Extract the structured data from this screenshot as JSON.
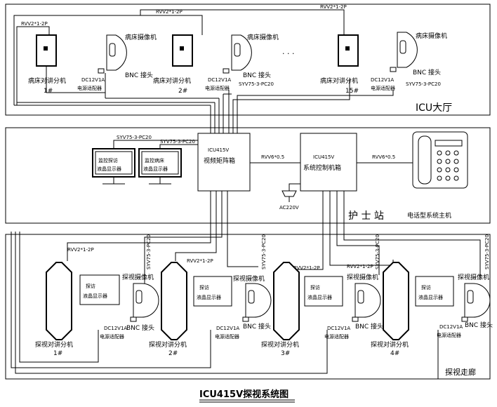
{
  "title": "ICU415V探视系统图",
  "zones": {
    "icu_hall": "ICU大厅",
    "nurse_station": "护 士 站",
    "visit_corridor": "探视走廊"
  },
  "cables": {
    "rvv_2p": "RVV2*1-2P",
    "syv": "SYV75-3-PC20",
    "rvv6": "RVV6*0.5",
    "ac": "AC220V"
  },
  "icu_units": [
    {
      "label": "病床对讲分机",
      "num": "1#"
    },
    {
      "label": "病床对讲分机",
      "num": "2#"
    },
    {
      "label": "病床对讲分机",
      "num": "15#"
    }
  ],
  "icu_common": {
    "camera": "病床摄像机",
    "bnc": "BNC 接头",
    "dc": "DC12V1A",
    "adapter": "电源适配器",
    "dots": "· · ·"
  },
  "nurse": {
    "matrix_line1": "ICU415V",
    "matrix_line2": "视频矩阵箱",
    "ctrl_line1": "ICU415V",
    "ctrl_line2": "系统控制机箱",
    "monitor1_line1": "监控探访",
    "monitor1_line2": "液晶显示器",
    "monitor2_line1": "监控病床",
    "monitor2_line2": "液晶显示器",
    "host": "电话型系统主机"
  },
  "visit_units": [
    {
      "label": "探视对讲分机",
      "num": "1#"
    },
    {
      "label": "探视对讲分机",
      "num": "2#"
    },
    {
      "label": "探视对讲分机",
      "num": "3#"
    },
    {
      "label": "探视对讲分机",
      "num": "4#"
    }
  ],
  "visit_common": {
    "display_line1": "探访",
    "display_line2": "液晶显示器",
    "camera": "探视摄像机",
    "bnc": "BNC 接头",
    "dc": "DC12V1A",
    "adapter": "电源适配器"
  }
}
